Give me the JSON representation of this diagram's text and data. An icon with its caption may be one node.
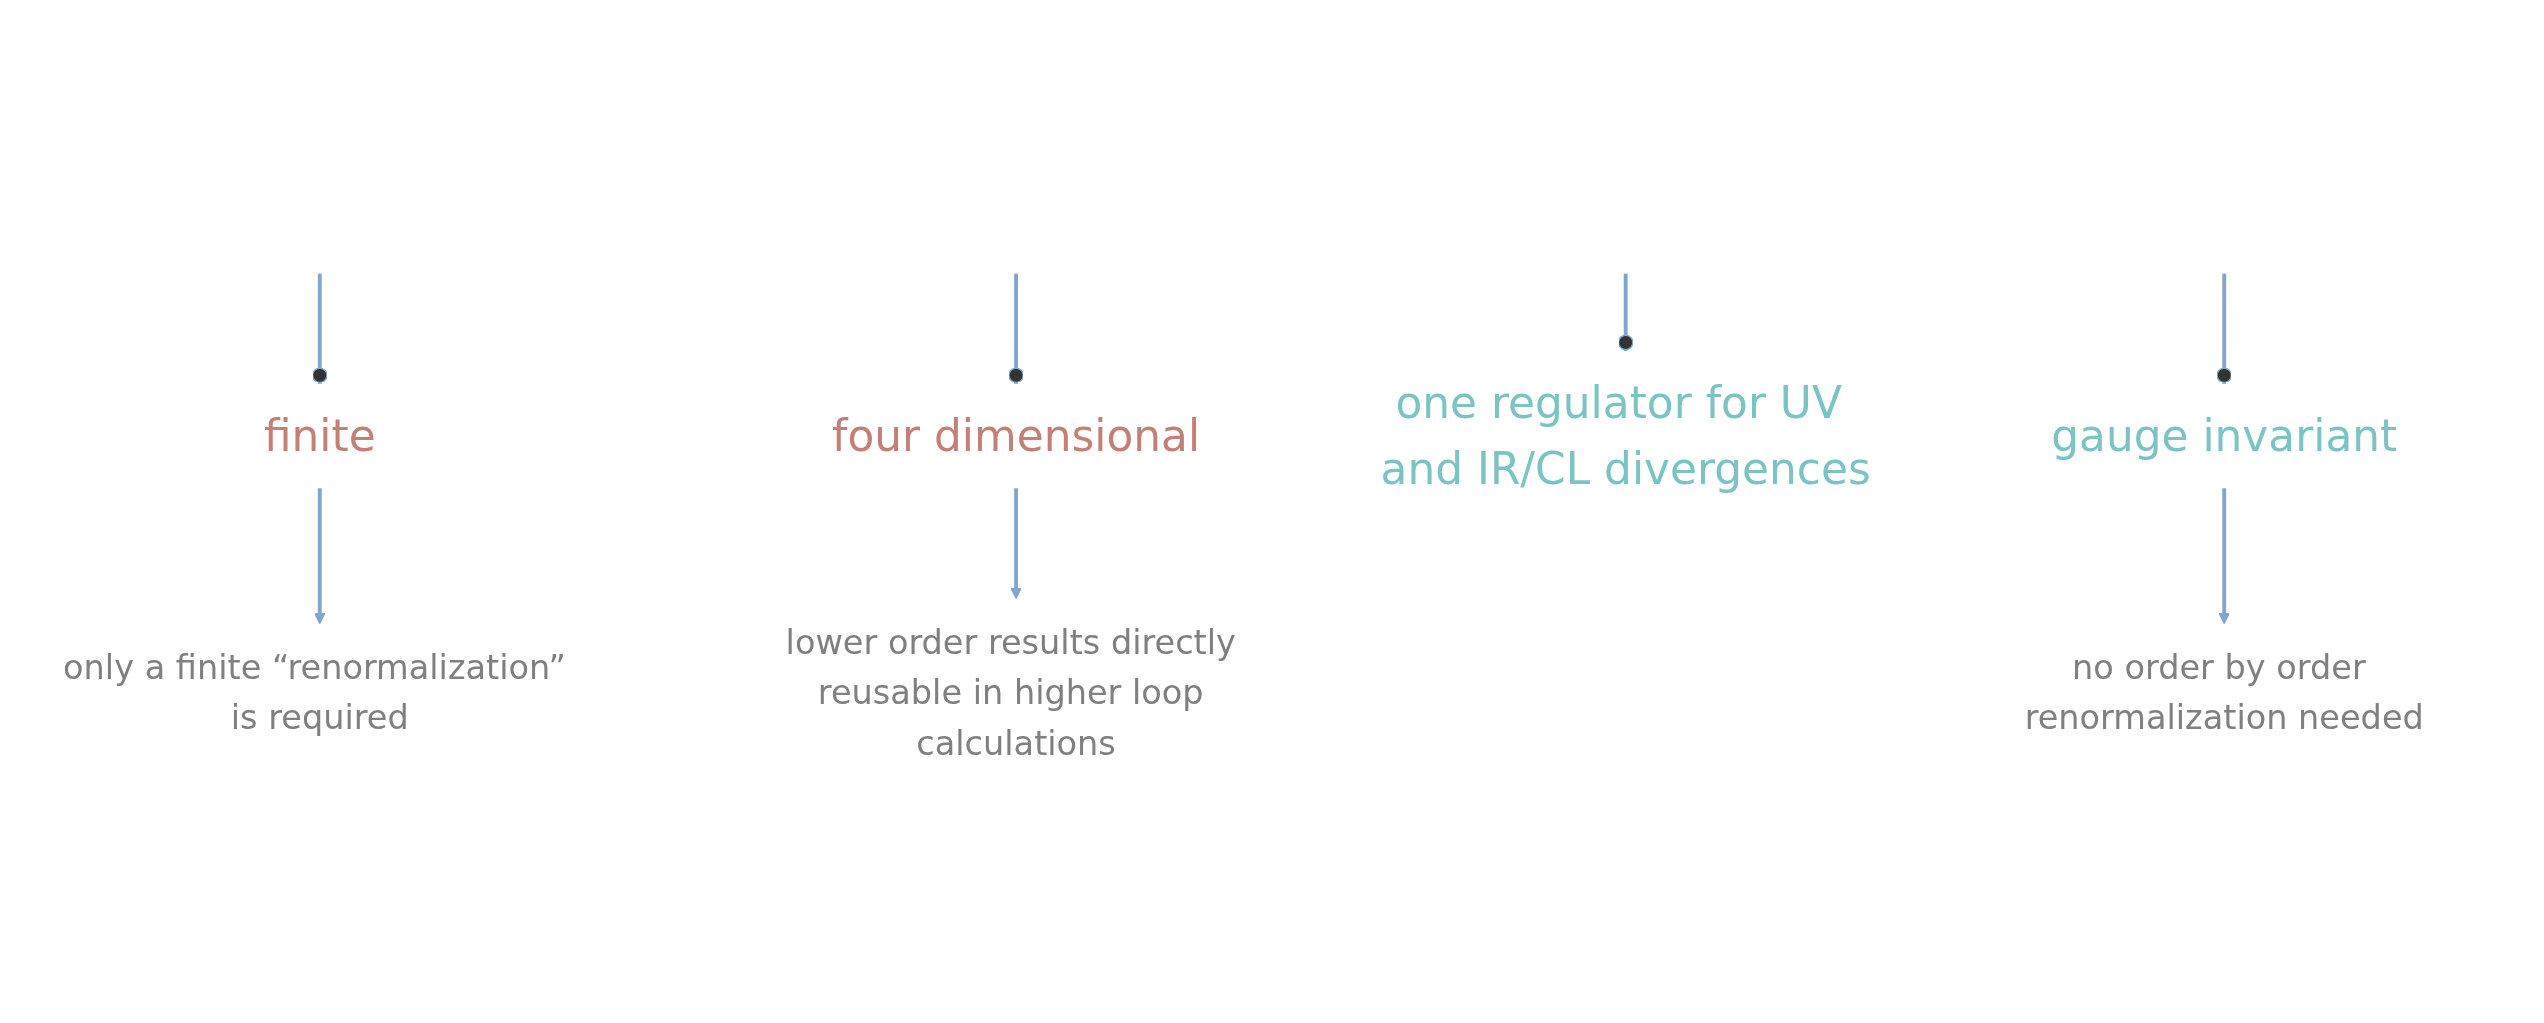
{
  "diagram": {
    "nodes": [
      {
        "text": [
          "finite"
        ]
      },
      {
        "text": [
          "only a finite “renormalization” is required"
        ]
      },
      {
        "text": [
          "four dimensional"
        ]
      },
      {
        "text": [
          "lower order results directly reusable in higher loop calculations"
        ]
      },
      {
        "text": [
          "one regulator for UV and IR/CL divergences"
        ]
      },
      {
        "text": [
          "gauge invariant"
        ]
      },
      {
        "text": [
          "no order by order renormalization needed"
        ]
      }
    ],
    "edges": [
      {
        "from": null,
        "to": 0,
        "arrow": "other"
      },
      {
        "from": null,
        "to": 2,
        "arrow": "other"
      },
      {
        "from": null,
        "to": 4,
        "arrow": "other"
      },
      {
        "from": null,
        "to": 5,
        "arrow": "other"
      },
      {
        "from": 0,
        "to": 1,
        "arrow": "to"
      },
      {
        "from": 2,
        "to": 3,
        "arrow": "to"
      },
      {
        "from": 5,
        "to": 6,
        "arrow": "to"
      }
    ]
  }
}
